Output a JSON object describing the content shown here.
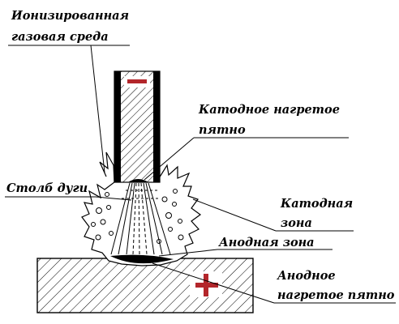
{
  "labels": {
    "ionized_gas_line1": "Ионизированная",
    "ionized_gas_line2": "газовая среда",
    "cathode_spot_line1": "Катодное нагретое",
    "cathode_spot_line2": "пятно",
    "arc_column": "Столб дуги",
    "cathode_zone_line1": "Катодная",
    "cathode_zone_line2": "зона",
    "anode_zone": "Анодная зона",
    "anode_spot_line1": "Анодное",
    "anode_spot_line2": "нагретое пятно"
  },
  "signs": {
    "electrode": "−",
    "workpiece": "+"
  },
  "colors": {
    "ink": "#000000",
    "sign": "#b3262b",
    "background": "#ffffff"
  }
}
